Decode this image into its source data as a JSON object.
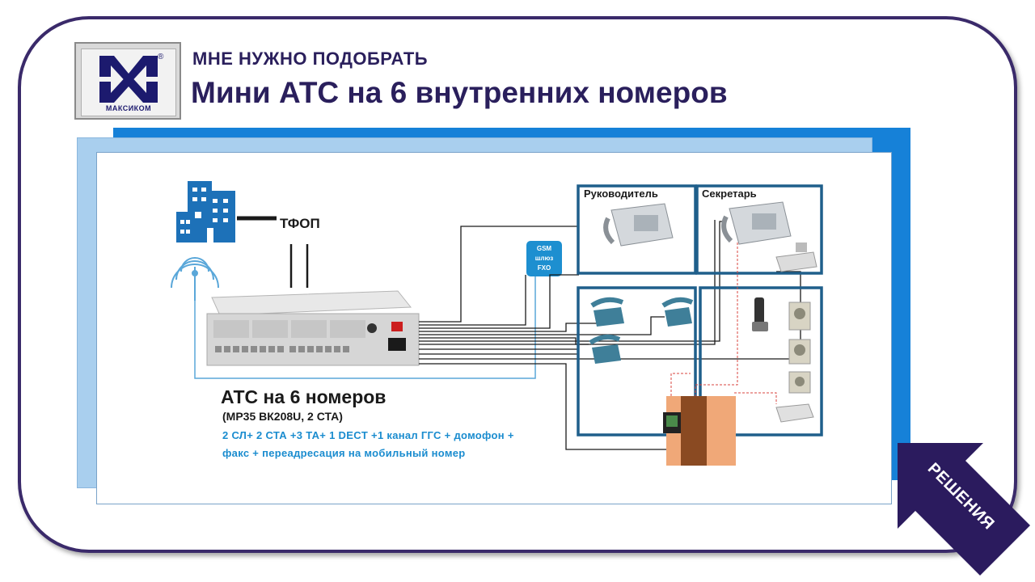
{
  "header": {
    "subtitle": "МНЕ НУЖНО ПОДОБРАТЬ",
    "title": "Мини АТС на 6 внутренних номеров"
  },
  "logo": {
    "caption": "МАКСИКОМ",
    "mark": "®"
  },
  "diagram": {
    "pstn_label": "ТФОП",
    "gsm_gateway": {
      "line1": "GSM",
      "line2": "шлюз",
      "line3": "FXO"
    },
    "rooms": {
      "manager": "Руководитель",
      "secretary": "Секретарь"
    }
  },
  "description": {
    "title": "АТС на 6 номеров",
    "model": "(МР35 ВК208U, 2 СТА)",
    "features_line1": "2 СЛ+ 2 СТА +3 ТА+ 1 DECT +1 канал ГГС + домофон +",
    "features_line2": "факс + переадресация на мобильный номер"
  },
  "badge": {
    "label": "РЕШЕНИЯ"
  },
  "colors": {
    "frame": "#3a2a6a",
    "title": "#2a1f5c",
    "accent_blue": "#1681d8",
    "light_blue": "#a9cfee",
    "room_border": "#1f5f8b",
    "features_text": "#1a8ccf",
    "badge": "#2b1b5e"
  }
}
